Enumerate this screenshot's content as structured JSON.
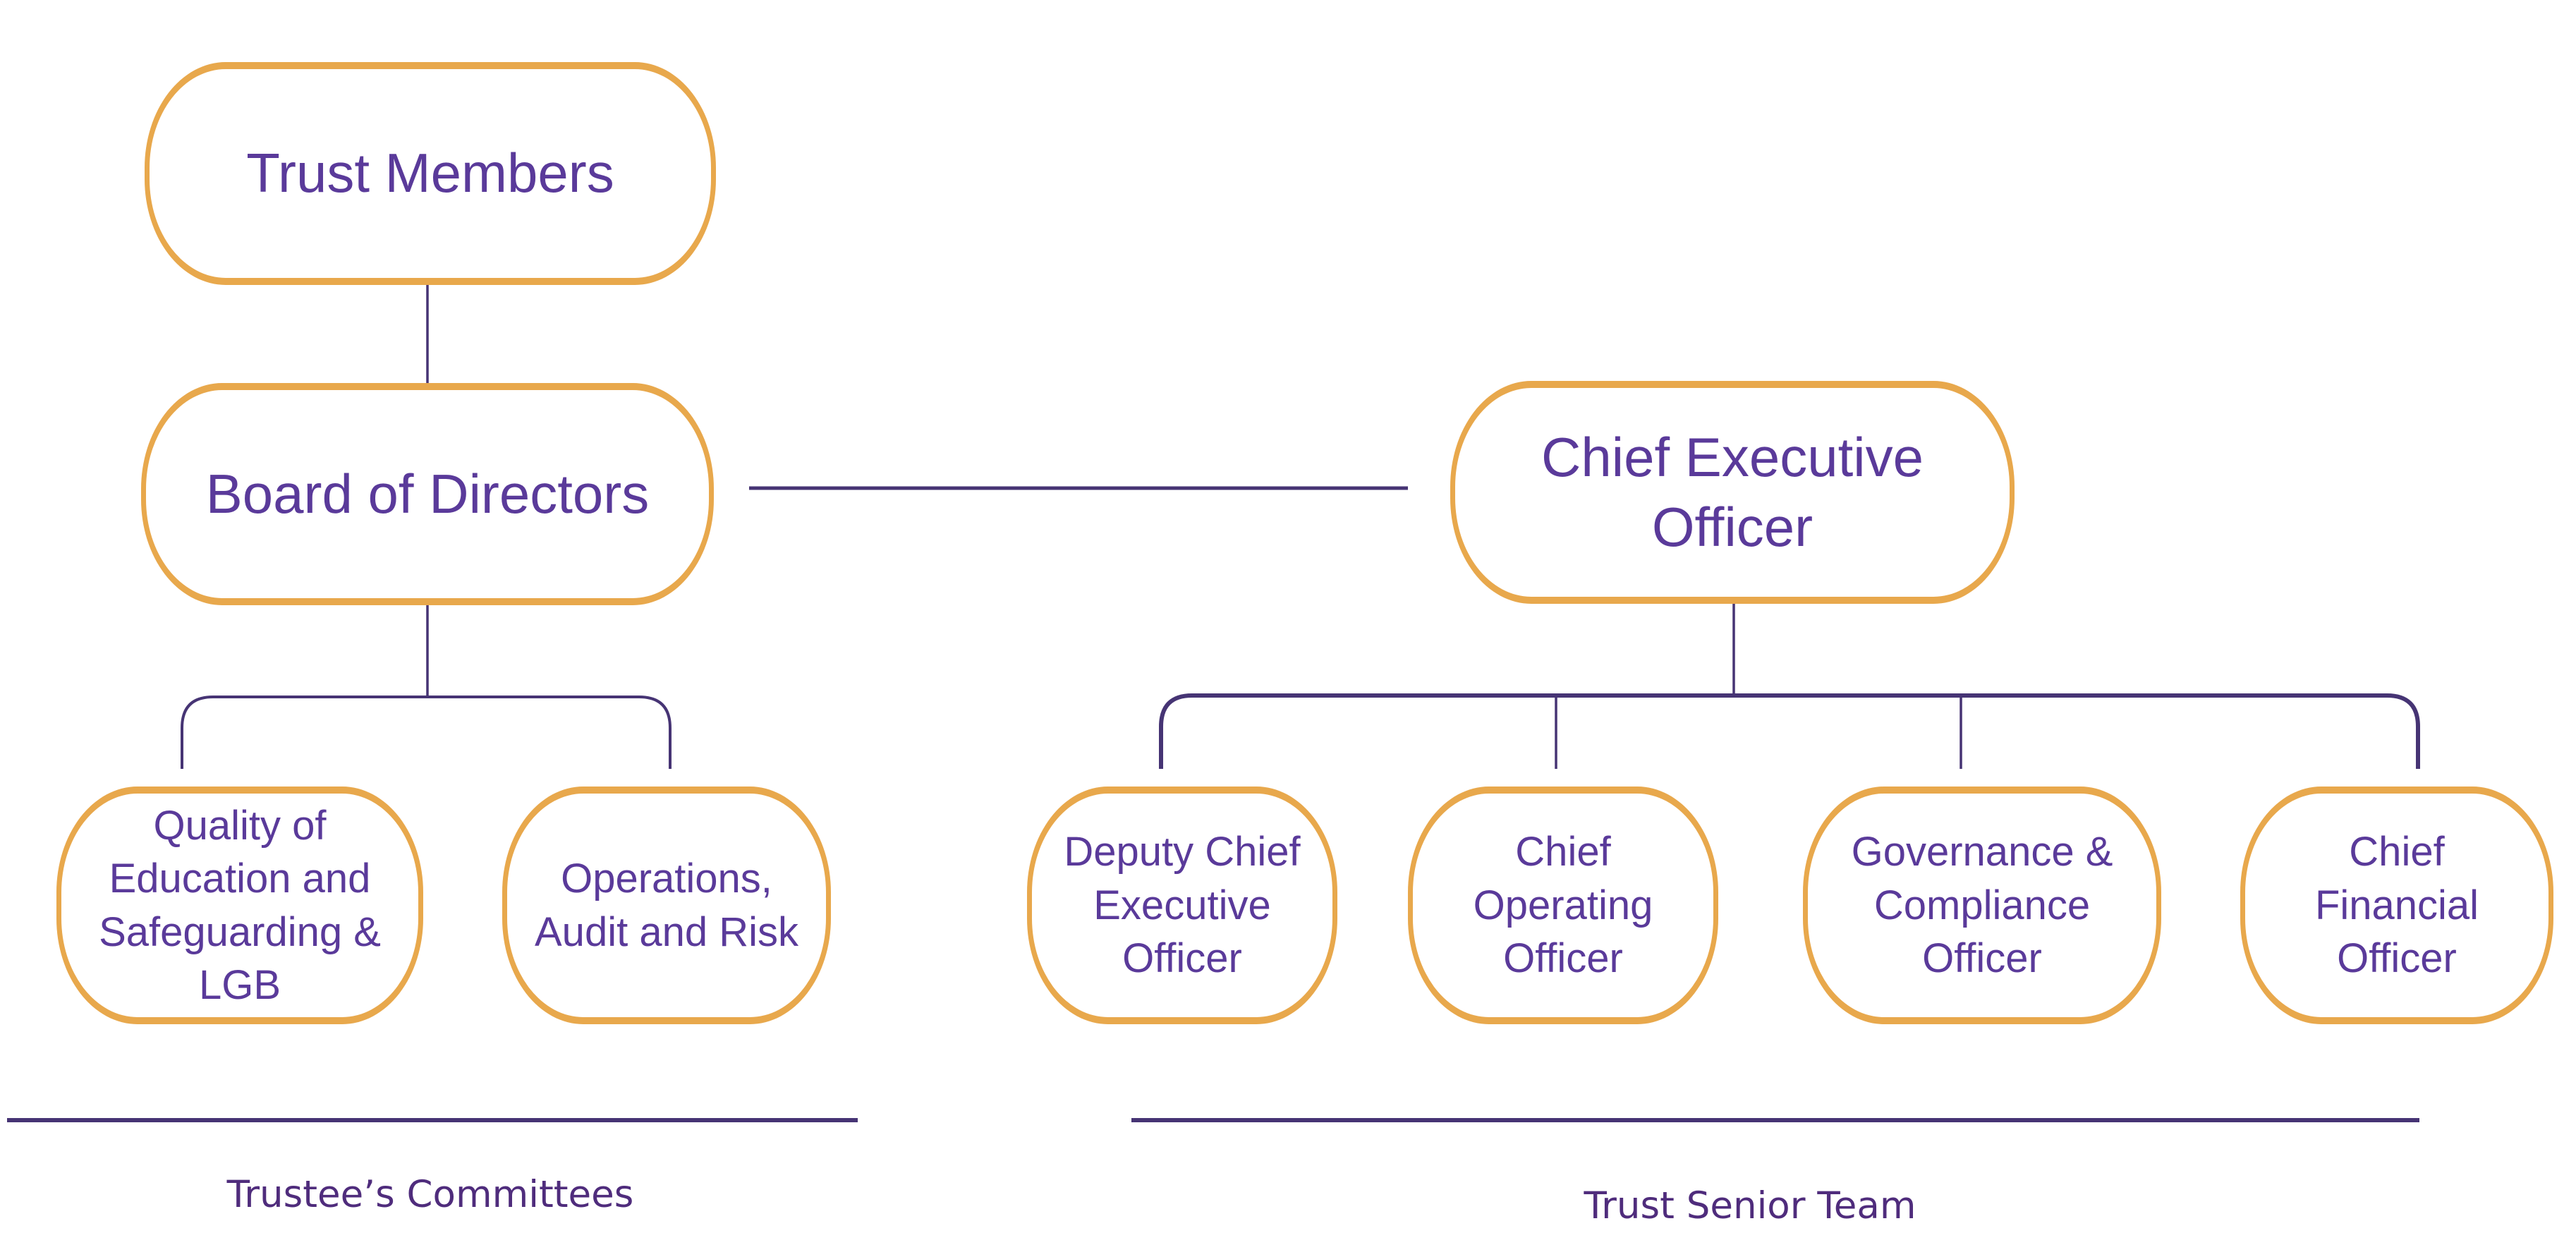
{
  "theme": {
    "box_border_color": "#E8A84C",
    "box_text_color": "#5A3A9A",
    "line_color": "#463474",
    "caption_color": "#4F2C7C",
    "background": "#FFFFFF"
  },
  "chart": {
    "type": "org-chart",
    "nodes": {
      "trust_members": {
        "label": "Trust Members"
      },
      "board_of_directors": {
        "label": "Board of Directors"
      },
      "chief_executive_officer": {
        "label": "Chief Executive\nOfficer"
      },
      "quality_of_education": {
        "label": "Quality of\nEducation and\nSafeguarding &\nLGB"
      },
      "operations_audit_risk": {
        "label": "Operations,\nAudit and Risk"
      },
      "deputy_chief_executive_officer": {
        "label": "Deputy Chief\nExecutive\nOfficer"
      },
      "chief_operating_officer": {
        "label": "Chief\nOperating\nOfficer"
      },
      "governance_compliance_officer": {
        "label": "Governance &\nCompliance\nOfficer"
      },
      "chief_financial_officer": {
        "label": "Chief\nFinancial\nOfficer"
      }
    },
    "edges": [
      {
        "from": "trust_members",
        "to": "board_of_directors"
      },
      {
        "from": "board_of_directors",
        "to": "chief_executive_officer"
      },
      {
        "from": "board_of_directors",
        "to": "quality_of_education"
      },
      {
        "from": "board_of_directors",
        "to": "operations_audit_risk"
      },
      {
        "from": "chief_executive_officer",
        "to": "deputy_chief_executive_officer"
      },
      {
        "from": "chief_executive_officer",
        "to": "chief_operating_officer"
      },
      {
        "from": "chief_executive_officer",
        "to": "governance_compliance_officer"
      },
      {
        "from": "chief_executive_officer",
        "to": "chief_financial_officer"
      }
    ],
    "groups": [
      {
        "label": "Trustee’s Committees",
        "members": [
          "quality_of_education",
          "operations_audit_risk"
        ]
      },
      {
        "label": "Trust Senior Team",
        "members": [
          "deputy_chief_executive_officer",
          "chief_operating_officer",
          "governance_compliance_officer",
          "chief_financial_officer"
        ]
      }
    ]
  }
}
